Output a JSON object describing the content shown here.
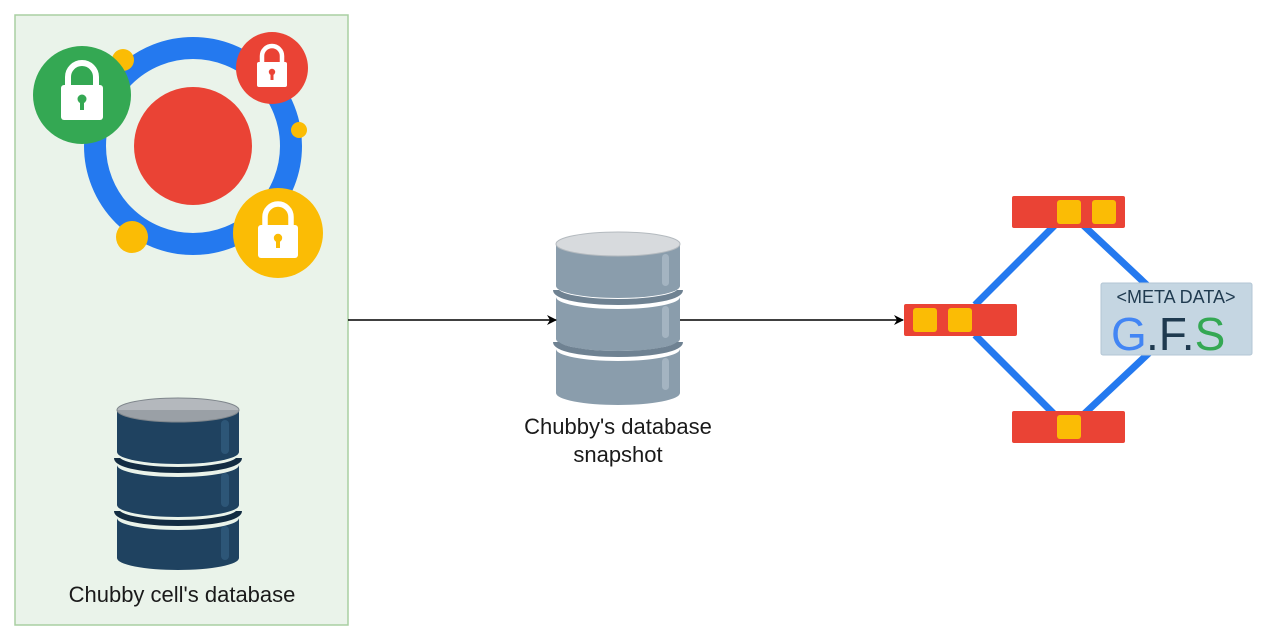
{
  "diagram": {
    "cell_db_label": "Chubby cell's database",
    "snapshot_label_line1": "Chubby's database",
    "snapshot_label_line2": "snapshot",
    "gfs_meta_label": "<META DATA>",
    "gfs_letter_g": "G",
    "gfs_letters_rest": ".F.S"
  },
  "colors": {
    "panel_fill": "#eaf3ea",
    "panel_border": "#a9cfa2",
    "ring_blue": "#2479ef",
    "core_red": "#ea4335",
    "lock_green": "#34a853",
    "lock_red": "#ea4335",
    "lock_yellow": "#fbbc05",
    "db_dark": "#1f4260",
    "db_grey": "#8a9dac",
    "server_red": "#ea4335",
    "server_slot": "#fbbc05",
    "net_blue": "#2479ef",
    "gfs_badge_bg": "#c5d6e2",
    "gfs_text_dark": "#1f3a4f",
    "gfs_text_green": "#34a853"
  }
}
